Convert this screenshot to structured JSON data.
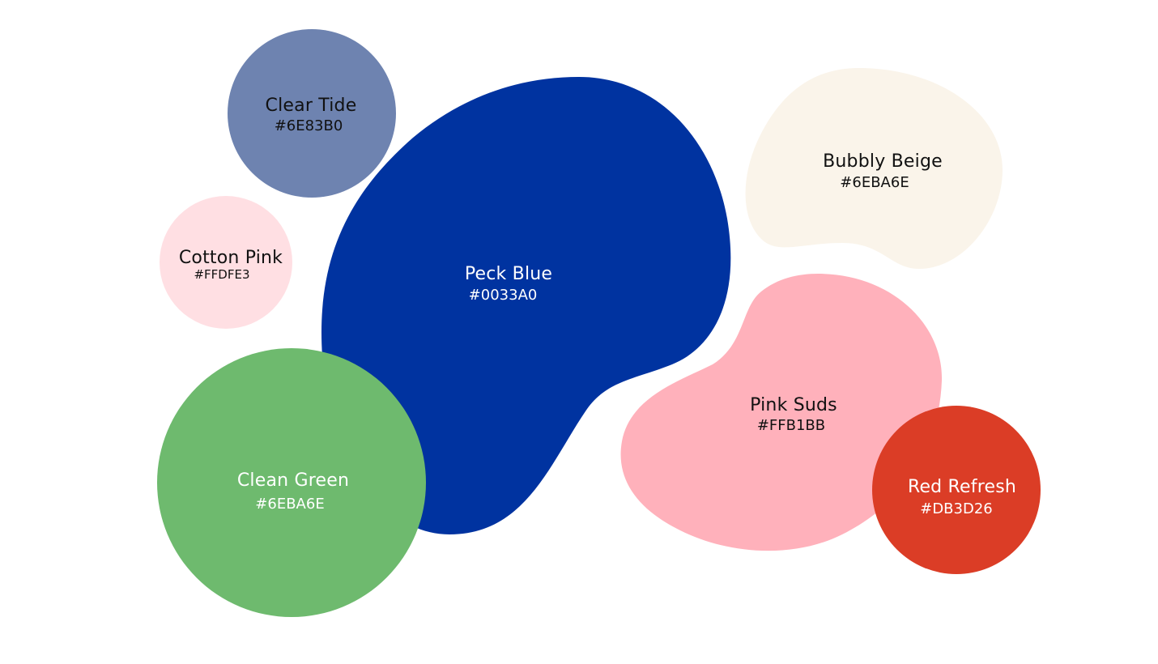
{
  "swatches": [
    {
      "name": "Clear Tide",
      "hex": "#6E83B0",
      "fill": "#6E83B0",
      "text_color": "#111111"
    },
    {
      "name": "Cotton Pink",
      "hex": "#FFDFE3",
      "fill": "#FFDFE3",
      "text_color": "#111111"
    },
    {
      "name": "Peck Blue",
      "hex": "#0033A0",
      "fill": "#0033A0",
      "text_color": "#FFFFFF"
    },
    {
      "name": "Clean Green",
      "hex": "#6EBA6E",
      "fill": "#6EBA6E",
      "text_color": "#FFFFFF"
    },
    {
      "name": "Bubbly Beige",
      "hex": "#6EBA6E",
      "fill": "#FAF4EA",
      "text_color": "#111111"
    },
    {
      "name": "Pink Suds",
      "hex": "#FFB1BB",
      "fill": "#FFB1BB",
      "text_color": "#111111"
    },
    {
      "name": "Red Refresh",
      "hex": "#DB3D26",
      "fill": "#DB3D26",
      "text_color": "#FFFFFF"
    }
  ]
}
